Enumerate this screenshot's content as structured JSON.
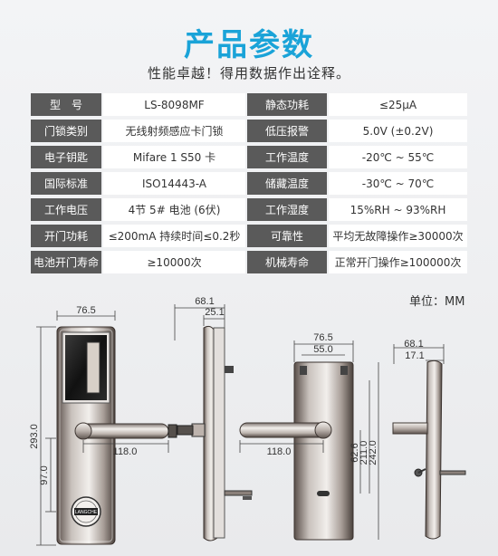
{
  "header": {
    "title": "产品参数",
    "subtitle": "性能卓越！得用数据作出诠释。"
  },
  "specs": [
    [
      {
        "label": "型　号",
        "value": "LS-8098MF"
      },
      {
        "label": "静态功耗",
        "value": "≤25μA"
      }
    ],
    [
      {
        "label": "门锁类别",
        "value": "无线射频感应卡门锁"
      },
      {
        "label": "低压报警",
        "value": "5.0V (±0.2V)"
      }
    ],
    [
      {
        "label": "电子钥匙",
        "value": "Mifare 1 S50 卡"
      },
      {
        "label": "工作温度",
        "value": "-20℃ ~ 55℃"
      }
    ],
    [
      {
        "label": "国际标准",
        "value": "ISO14443-A"
      },
      {
        "label": "储藏温度",
        "value": "-30℃ ~ 70℃"
      }
    ],
    [
      {
        "label": "工作电压",
        "value": "4节 5# 电池 (6伏)"
      },
      {
        "label": "工作湿度",
        "value": "15%RH ~ 93%RH"
      }
    ],
    [
      {
        "label": "开门功耗",
        "value": "≤200mA 持续时间≤0.2秒"
      },
      {
        "label": "可靠性",
        "value": "平均无故障操作≥30000次"
      }
    ],
    [
      {
        "label": "电池开门寿命",
        "value": "≥10000次"
      },
      {
        "label": "机械寿命",
        "value": "正常开门操作≥100000次"
      }
    ]
  ],
  "unit_label": "单位：MM",
  "dimensions": {
    "front_width": "76.5",
    "front_height": "293.0",
    "front_lower": "97.0",
    "front_handle": "118.0",
    "side_depth": "68.1",
    "side_inner": "25.1",
    "back_width": "76.5",
    "back_inner": "55.0",
    "back_handle": "118.0",
    "back_h1": "62.6",
    "back_h2": "211.0",
    "back_h3": "242.0",
    "side2_depth": "68.1",
    "side2_inner": "17.1"
  },
  "logo_text": "LANGCHE"
}
